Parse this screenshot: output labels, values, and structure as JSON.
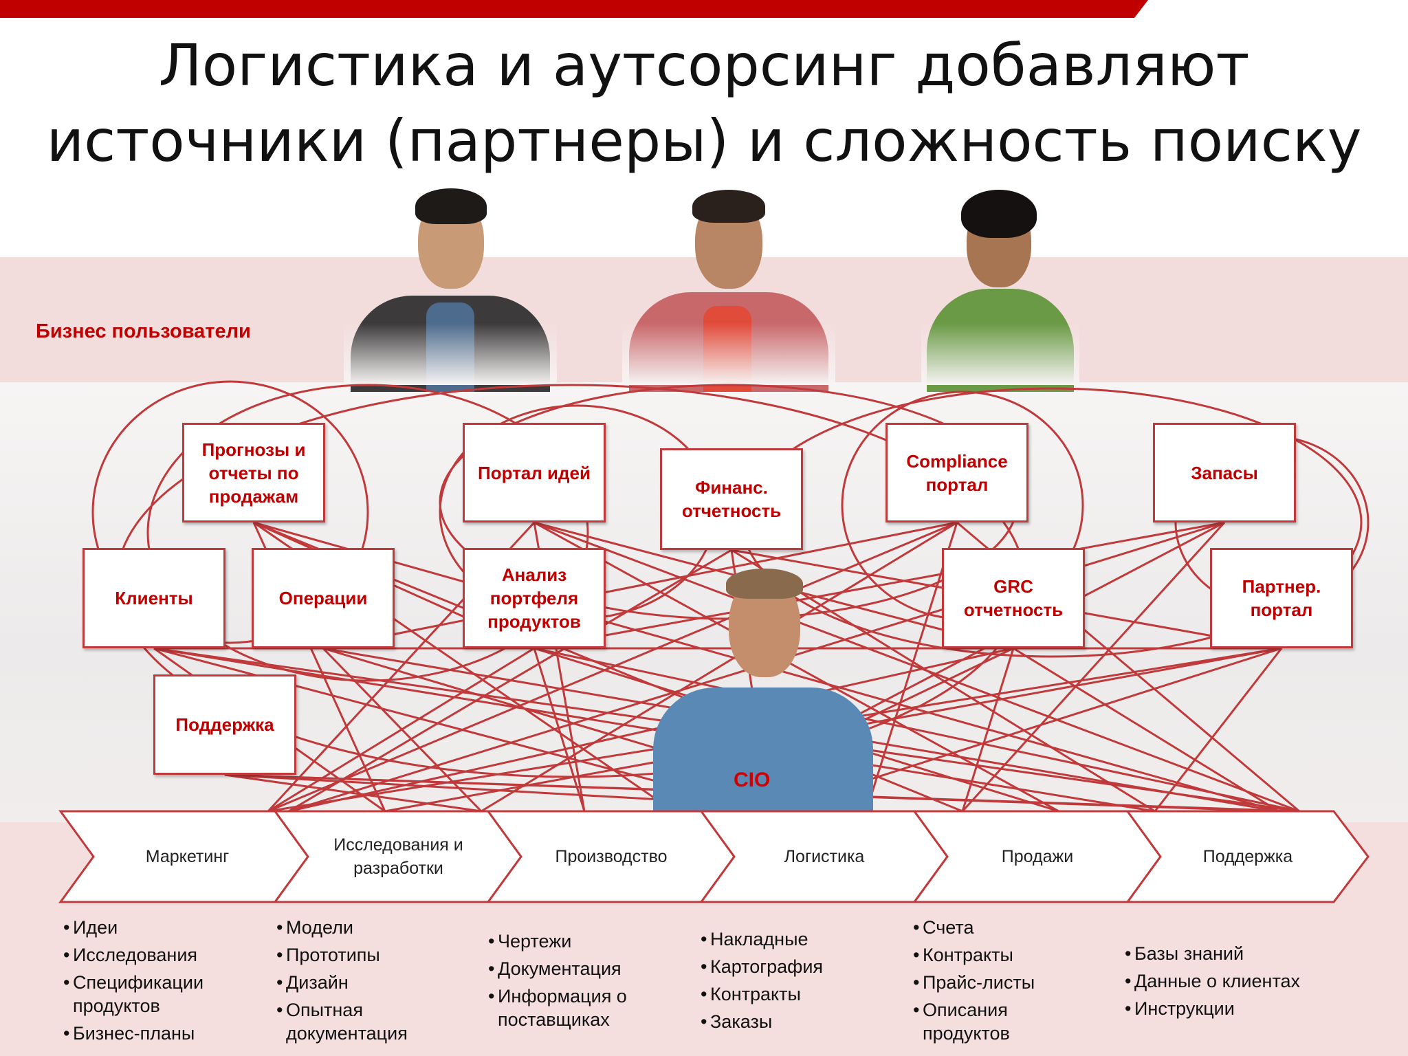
{
  "title_line1": "Логистика и аутсорсинг добавляют",
  "title_line2": "источники (партнеры) и сложность поиску",
  "users_label": "Бизнес пользователи",
  "cio_label": "CIO",
  "colors": {
    "accent": "#c00000",
    "line": "#c0393b",
    "band": "#f3dcdc"
  },
  "boxes": {
    "forecast": "Прогнозы и отчеты по продажам",
    "ideas": "Портал идей",
    "finance": "Финанс. отчетность",
    "compliance": "Compliance портал",
    "inventory": "Запасы",
    "clients": "Клиенты",
    "operations": "Операции",
    "portfolio": "Анализ портфеля продуктов",
    "grc": "GRC отчетность",
    "partner": "Партнер. портал",
    "support": "Поддержка"
  },
  "chain": [
    "Маркетинг",
    "Исследования и разработки",
    "Производство",
    "Логистика",
    "Продажи",
    "Поддержка"
  ],
  "lists": {
    "marketing": [
      "Идеи",
      "Исследования",
      "Спецификации продуктов",
      "Бизнес-планы"
    ],
    "rnd": [
      "Модели",
      "Прототипы",
      "Дизайн",
      "Опытная документация"
    ],
    "production": [
      "Чертежи",
      "Документация",
      "Информация о поставщиках"
    ],
    "logistics": [
      "Накладные",
      "Картография",
      "Контракты",
      "Заказы"
    ],
    "sales": [
      "Счета",
      "Контракты",
      "Прайс-листы",
      "Описания продуктов"
    ],
    "support": [
      "Базы знаний",
      "Данные о клиентах",
      "Инструкции"
    ]
  }
}
